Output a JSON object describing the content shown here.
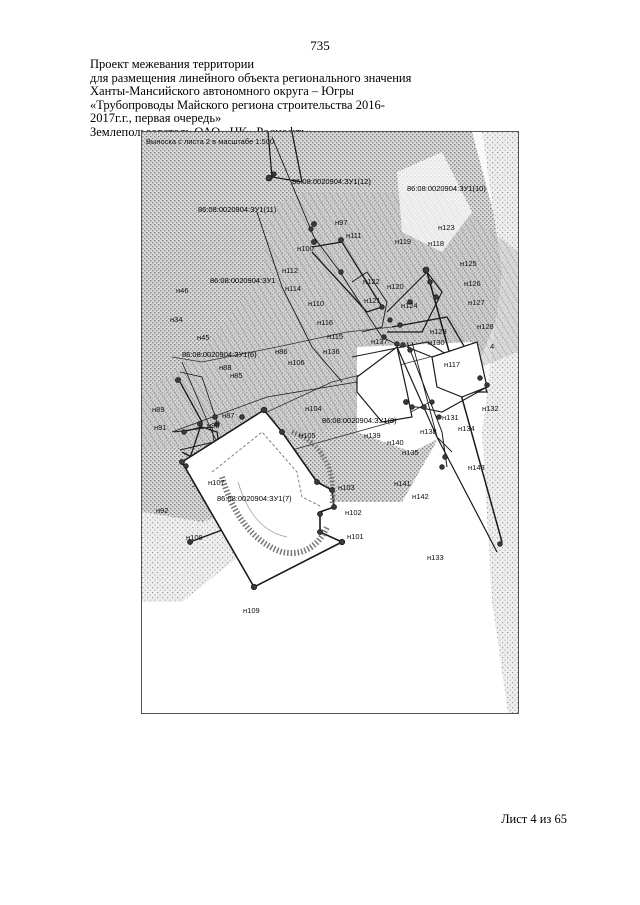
{
  "page_number": "735",
  "title_lines": [
    "Проект межевания территории",
    "для размещения линейного объекта регионального значения",
    "Ханты-Мансийского автономного округа – Югры",
    "«Трубопроводы Майского региона строительства 2016-",
    "2017г.г., первая очередь»",
    "Землепользователь ОАО «НК» Роснефть»"
  ],
  "map": {
    "inset_caption": "Выноска с листа 2  в масштабе 1:500",
    "parcel_labels": [
      "86:08:0020904:ЗУ1(12)",
      "86:08:0020904:ЗУ1(10)",
      "86:08:0020904:ЗУ1(11)",
      "86:08:0020904:ЗУ1",
      "86:08:0020904:ЗУ1(6)",
      "86:08:0020904:ЗУ1(8)",
      "86:08:0020904:ЗУ1(7)"
    ],
    "point_labels": [
      "н97",
      "н111",
      "н100",
      "н123",
      "н119",
      "н118",
      "н125",
      "н112",
      "н114",
      "н122",
      "н120",
      "н126",
      "н46",
      "н121",
      "н124",
      "н127",
      "н110",
      "н34",
      "н116",
      "н128",
      "н115",
      "н129",
      "н45",
      "н137",
      "н130",
      "4",
      "н136",
      "н86",
      "н106",
      "н88",
      "н117",
      "н85",
      "н89",
      "н104",
      "н132",
      "н87",
      "н131",
      "н91",
      "н90",
      "н105",
      "н139",
      "н138",
      "н134",
      "н140",
      "н135",
      "н143",
      "н107",
      "н103",
      "н141",
      "н142",
      "н92",
      "н102",
      "н108",
      "н101",
      "н133",
      "н109"
    ]
  },
  "sheet_label": "Лист 4 из 65"
}
